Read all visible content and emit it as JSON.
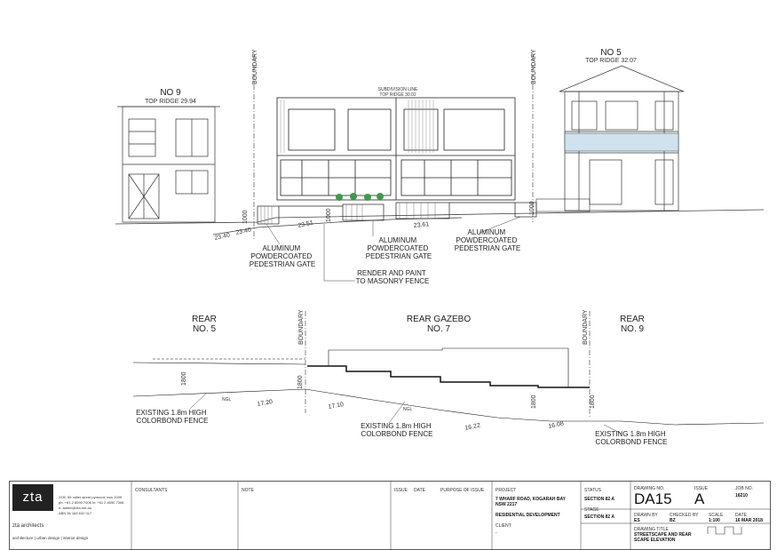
{
  "labels": {
    "no9": "NO 9",
    "no9_ridge": "TOP RIDGE 29.94",
    "no5": "NO 5",
    "no5_ridge": "TOP RIDGE 32.07",
    "boundary": "BOUNDARY",
    "subdivision": "SUBDIVISION LINE",
    "top_ridge_mid": "TOP RIDGE 30.02",
    "rear_no5_a": "REAR",
    "rear_no5_b": "NO. 5",
    "rear_gazebo_a": "REAR GAZEBO",
    "rear_gazebo_b": "NO. 7",
    "rear_no9_a": "REAR",
    "rear_no9_b": "NO. 9",
    "ngl": "NGL"
  },
  "notes": {
    "gate_left": [
      "ALUMINUM",
      "POWDERCOATED",
      "PEDESTRIAN GATE"
    ],
    "gate_mid": [
      "ALUMINUM",
      "POWDERCOATED",
      "PEDESTRIAN GATE"
    ],
    "gate_right": [
      "ALUMINUM",
      "POWDERCOATED",
      "PEDESTRIAN GATE"
    ],
    "render": [
      "RENDER AND PAINT",
      "TO MASONRY FENCE"
    ],
    "fence_left": [
      "EXISTING 1.8m HIGH",
      "COLORBOND FENCE"
    ],
    "fence_mid": [
      "EXISTING 1.8m HIGH",
      "COLORBOND FENCE"
    ],
    "fence_right": [
      "EXISTING 1.8m HIGH",
      "COLORBOND FENCE"
    ]
  },
  "dims": {
    "d1000": "1000",
    "d1800": "1800",
    "rl_2340a": "23.40",
    "rl_2340b": "23.40",
    "rl_2351": "23.51",
    "rl_2361": "23.61",
    "rl_1720": "17.20",
    "rl_1710": "17.10",
    "rl_1622": "16.22",
    "rl_1608": "16.08"
  },
  "title_block": {
    "logo": "zta",
    "firm": "zta architects",
    "firm_addr1": "2/05, 55 miller street pyrmont, nsw 2009",
    "firm_addr2": "ph: +61 2 8090 7006 fx: +61 2 8090 7006",
    "firm_addr3": "e: admin@zta.net.au",
    "firm_abn": "ABN 56 164 632 017",
    "firm_tagline": "architecture | urban design | interior design",
    "consultants": "CONSULTANTS",
    "note": "NOTE",
    "issue": "ISSUE",
    "date": "DATE",
    "purpose": "PURPOSE OF ISSUE",
    "project_label": "PROJECT",
    "project_addr1": "7 WHARF ROAD, KOGARAH BAY",
    "project_addr2": "NSW 2217",
    "project_type": "RESIDENTIAL DEVELOPMENT",
    "client_label": "CLIENT",
    "client_value": "-",
    "status_label": "STATUS",
    "status_value": "SECTION 82 A",
    "stage_label": "STAGE",
    "stage_value": "SECTION 82 A",
    "drawing_no_label": "DRAWING NO.",
    "drawing_no": "DA15",
    "issue_label": "ISSUE",
    "issue_value": "A",
    "job_no_label": "JOB NO.",
    "job_no": "16210",
    "drawn_by_label": "DRAWN BY",
    "drawn_by": "ES",
    "checked_by_label": "CHECKED BY",
    "checked_by": "BZ",
    "scale_label": "SCALE",
    "scale": "1:100",
    "date_label": "DATE",
    "date_value": "16 MAR 2018",
    "title_label": "DRAWING TITLE",
    "title1": "STREETSCAPE AND REAR",
    "title2": "SCAPE ELEVATION"
  }
}
